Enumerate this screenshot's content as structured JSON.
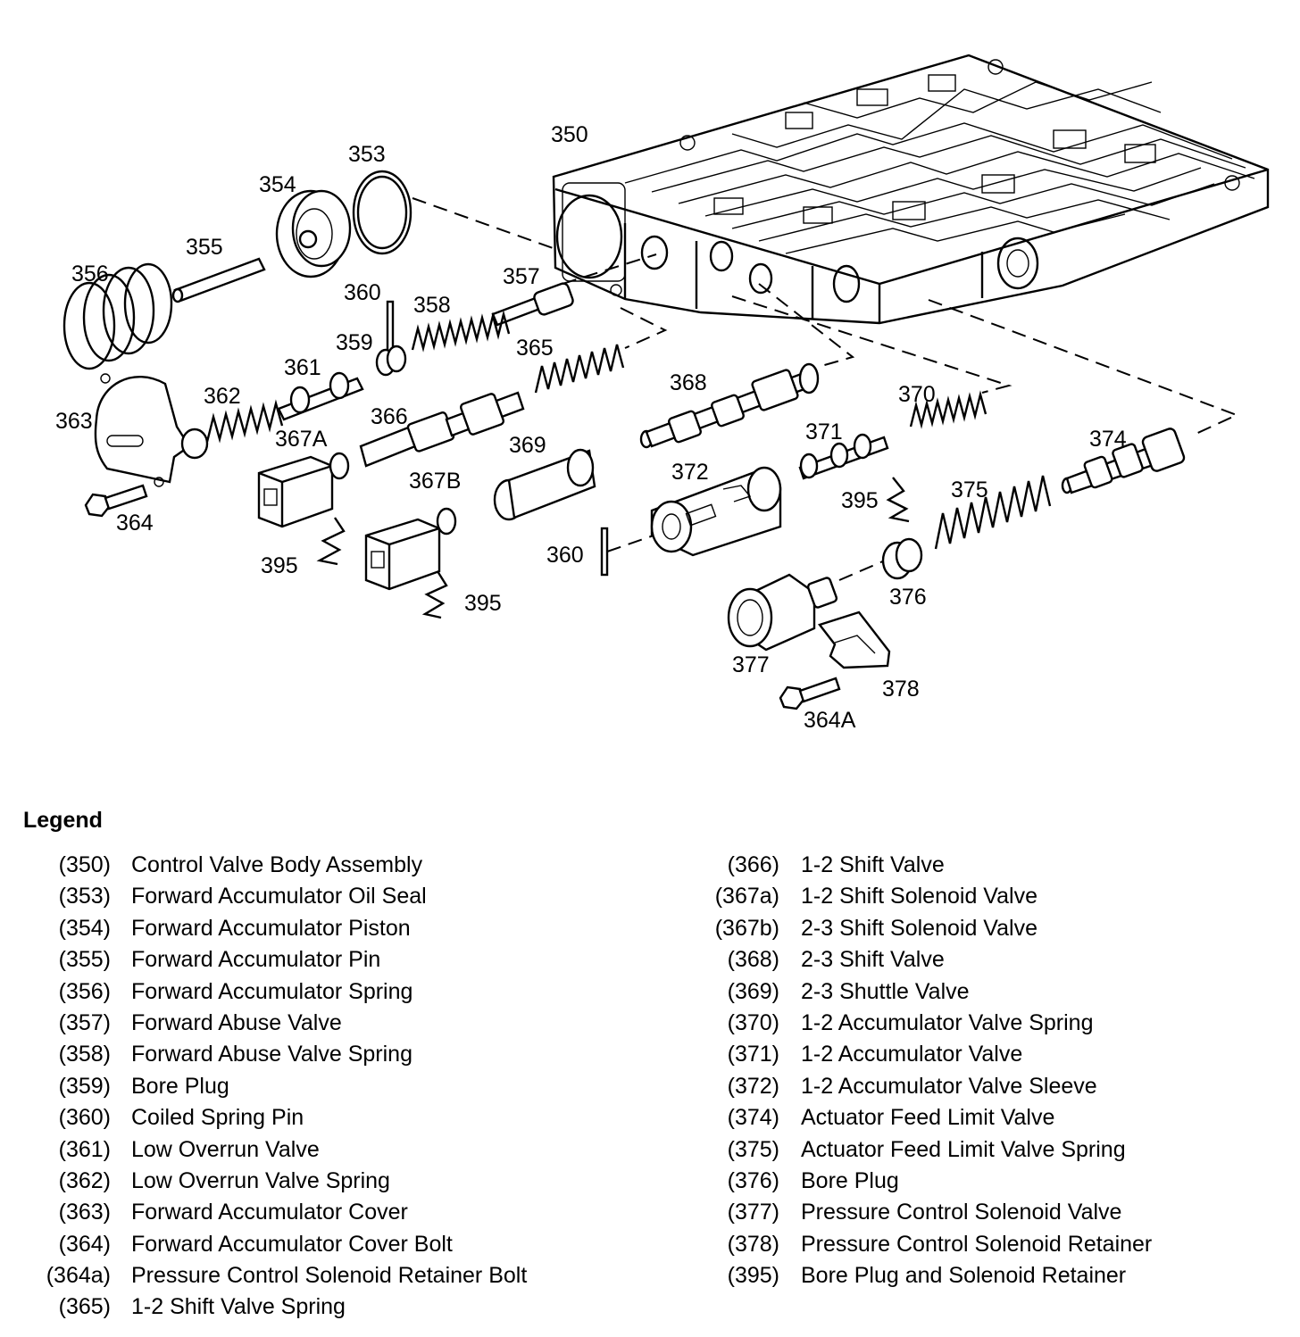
{
  "callouts": [
    {
      "id": "c350",
      "text": "350"
    },
    {
      "id": "c353",
      "text": "353"
    },
    {
      "id": "c354",
      "text": "354"
    },
    {
      "id": "c355",
      "text": "355"
    },
    {
      "id": "c356",
      "text": "356"
    },
    {
      "id": "c357",
      "text": "357"
    },
    {
      "id": "c358",
      "text": "358"
    },
    {
      "id": "c359",
      "text": "359"
    },
    {
      "id": "c360a",
      "text": "360"
    },
    {
      "id": "c360b",
      "text": "360"
    },
    {
      "id": "c361",
      "text": "361"
    },
    {
      "id": "c362",
      "text": "362"
    },
    {
      "id": "c363",
      "text": "363"
    },
    {
      "id": "c364",
      "text": "364"
    },
    {
      "id": "c364A",
      "text": "364A"
    },
    {
      "id": "c365",
      "text": "365"
    },
    {
      "id": "c366",
      "text": "366"
    },
    {
      "id": "c367A",
      "text": "367A"
    },
    {
      "id": "c367B",
      "text": "367B"
    },
    {
      "id": "c368",
      "text": "368"
    },
    {
      "id": "c369",
      "text": "369"
    },
    {
      "id": "c370",
      "text": "370"
    },
    {
      "id": "c371",
      "text": "371"
    },
    {
      "id": "c372",
      "text": "372"
    },
    {
      "id": "c374",
      "text": "374"
    },
    {
      "id": "c375",
      "text": "375"
    },
    {
      "id": "c376",
      "text": "376"
    },
    {
      "id": "c377",
      "text": "377"
    },
    {
      "id": "c378",
      "text": "378"
    },
    {
      "id": "c395a",
      "text": "395"
    },
    {
      "id": "c395b",
      "text": "395"
    },
    {
      "id": "c395c",
      "text": "395"
    }
  ],
  "legend": {
    "title": "Legend",
    "left": [
      {
        "num": "(350)",
        "desc": "Control Valve Body Assembly"
      },
      {
        "num": "(353)",
        "desc": "Forward Accumulator Oil Seal"
      },
      {
        "num": "(354)",
        "desc": "Forward Accumulator Piston"
      },
      {
        "num": "(355)",
        "desc": "Forward Accumulator Pin"
      },
      {
        "num": "(356)",
        "desc": "Forward Accumulator Spring"
      },
      {
        "num": "(357)",
        "desc": "Forward Abuse Valve"
      },
      {
        "num": "(358)",
        "desc": "Forward Abuse Valve Spring"
      },
      {
        "num": "(359)",
        "desc": "Bore Plug"
      },
      {
        "num": "(360)",
        "desc": "Coiled Spring Pin"
      },
      {
        "num": "(361)",
        "desc": "Low Overrun Valve"
      },
      {
        "num": "(362)",
        "desc": "Low Overrun Valve Spring"
      },
      {
        "num": "(363)",
        "desc": "Forward Accumulator Cover"
      },
      {
        "num": "(364)",
        "desc": "Forward Accumulator Cover Bolt"
      },
      {
        "num": "(364a)",
        "desc": "Pressure Control Solenoid Retainer Bolt"
      },
      {
        "num": "(365)",
        "desc": "1-2 Shift Valve Spring"
      }
    ],
    "right": [
      {
        "num": "(366)",
        "desc": "1-2 Shift Valve"
      },
      {
        "num": "(367a)",
        "desc": "1-2 Shift Solenoid Valve"
      },
      {
        "num": "(367b)",
        "desc": "2-3 Shift Solenoid Valve"
      },
      {
        "num": "(368)",
        "desc": "2-3 Shift Valve"
      },
      {
        "num": "(369)",
        "desc": "2-3 Shuttle Valve"
      },
      {
        "num": "(370)",
        "desc": "1-2 Accumulator Valve Spring"
      },
      {
        "num": "(371)",
        "desc": "1-2 Accumulator Valve"
      },
      {
        "num": "(372)",
        "desc": "1-2 Accumulator Valve Sleeve"
      },
      {
        "num": "(374)",
        "desc": "Actuator Feed Limit Valve"
      },
      {
        "num": "(375)",
        "desc": "Actuator Feed Limit Valve Spring"
      },
      {
        "num": "(376)",
        "desc": "Bore Plug"
      },
      {
        "num": "(377)",
        "desc": "Pressure Control Solenoid Valve"
      },
      {
        "num": "(378)",
        "desc": "Pressure Control Solenoid Retainer"
      },
      {
        "num": "(395)",
        "desc": "Bore Plug and Solenoid Retainer"
      }
    ]
  }
}
